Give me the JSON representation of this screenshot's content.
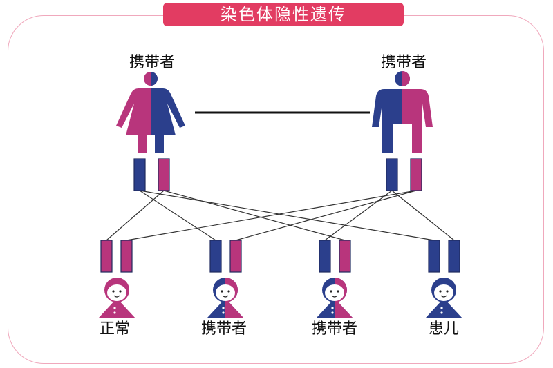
{
  "title": "染色体隐性遗传",
  "colors": {
    "pink": "#b8357c",
    "blue": "#2b3f8c",
    "frame": "#f0a8bc",
    "badge": "#e23c62",
    "line": "#333333"
  },
  "parents": [
    {
      "label": "携带者",
      "figure": "female-figure-icon",
      "alleles": [
        "blue",
        "pink"
      ]
    },
    {
      "label": "携带者",
      "figure": "male-figure-icon",
      "alleles": [
        "blue",
        "pink"
      ]
    }
  ],
  "children": [
    {
      "label": "正常",
      "alleles": [
        "pink",
        "pink"
      ],
      "face": [
        "pink",
        "pink"
      ]
    },
    {
      "label": "携带者",
      "alleles": [
        "blue",
        "pink"
      ],
      "face": [
        "blue",
        "pink"
      ]
    },
    {
      "label": "携带者",
      "alleles": [
        "blue",
        "pink"
      ],
      "face": [
        "blue",
        "pink"
      ]
    },
    {
      "label": "患儿",
      "alleles": [
        "blue",
        "blue"
      ],
      "face": [
        "blue",
        "blue"
      ]
    }
  ]
}
